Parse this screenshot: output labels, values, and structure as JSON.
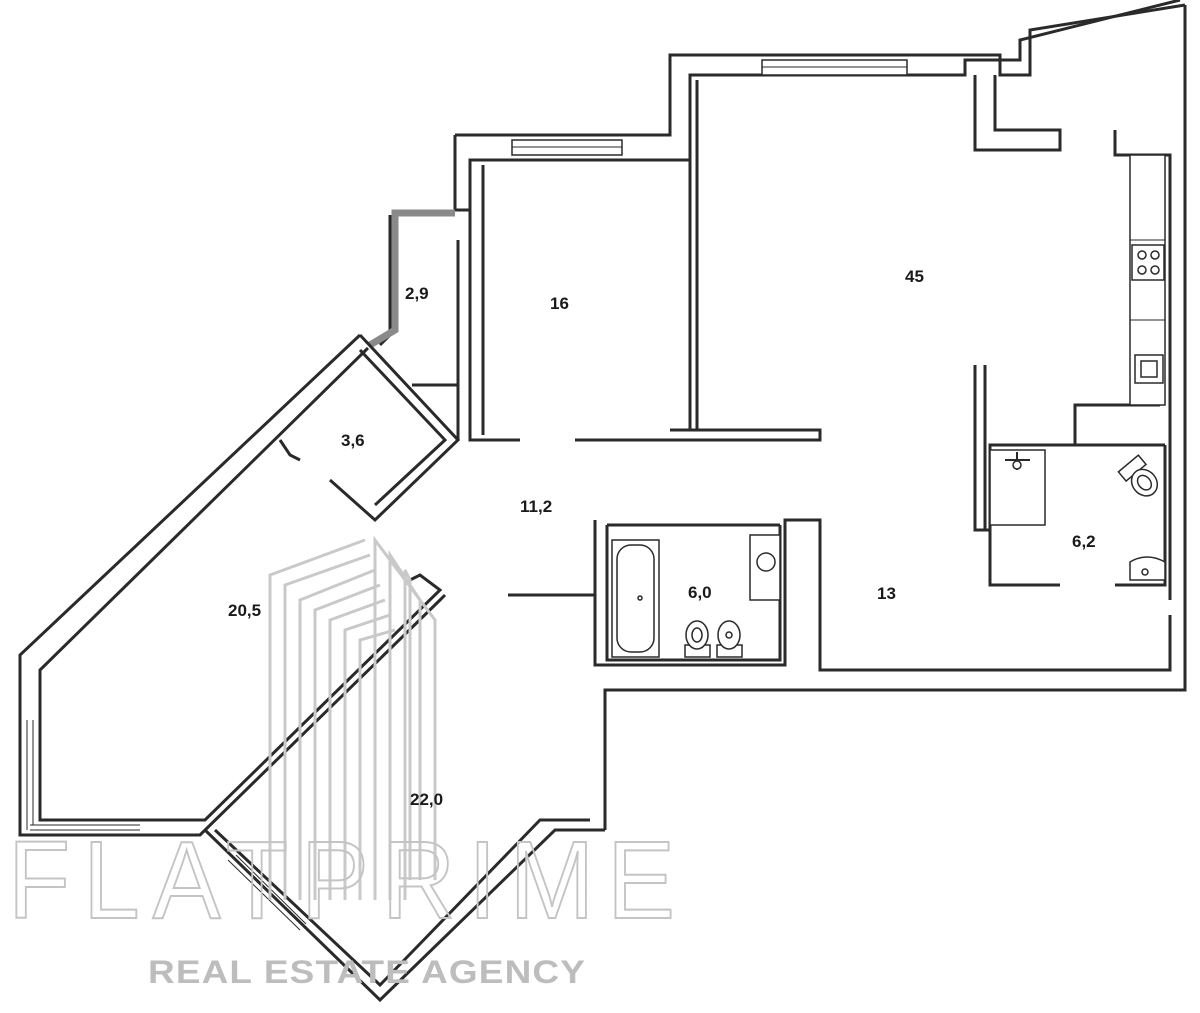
{
  "rooms": {
    "r45": "45",
    "r16": "16",
    "r2_9": "2,9",
    "r3_6": "3,6",
    "r11_2": "11,2",
    "r20_5": "20,5",
    "r22_0": "22,0",
    "r6_0": "6,0",
    "r13": "13",
    "r6_2": "6,2"
  },
  "watermark": {
    "brand": "FLATPRIME",
    "tagline": "REAL ESTATE AGENCY"
  },
  "colors": {
    "wall": "#2a2a2a",
    "watermark": "#c4c4c4",
    "background": "#ffffff"
  }
}
